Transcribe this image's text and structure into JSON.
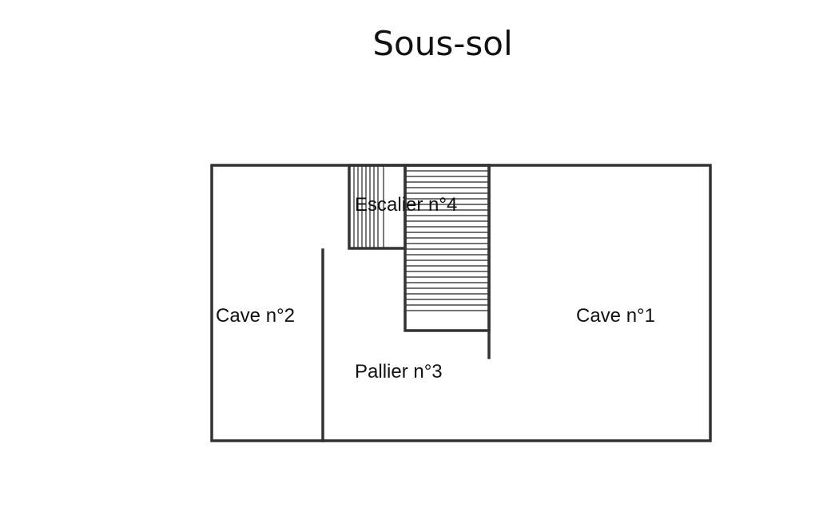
{
  "title": "Sous-sol",
  "rooms": {
    "cave1": "Cave n°1",
    "cave2": "Cave n°2",
    "pallier3": "Pallier n°3",
    "escalier4": "Escalier n°4"
  },
  "colors": {
    "wall": "#333333",
    "stair_line": "#222222"
  }
}
